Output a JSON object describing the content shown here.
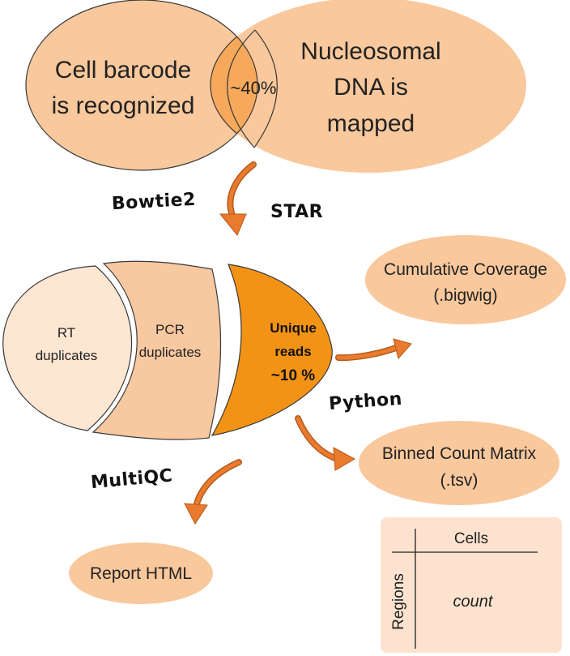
{
  "venn": {
    "left_line1": "Cell barcode",
    "left_line2": "is recognized",
    "right_line1": "Nucleosomal",
    "right_line2": "DNA is",
    "right_line3": "mapped",
    "overlap": "~40%"
  },
  "tools": {
    "aligner1": "Bowtie2",
    "aligner2": "STAR",
    "python": "Python",
    "multiqc": "MultiQC"
  },
  "reads": {
    "rt_line1": "RT",
    "rt_line2": "duplicates",
    "pcr_line1": "PCR",
    "pcr_line2": "duplicates",
    "unique_line1": "Unique",
    "unique_line2": "reads",
    "unique_line3": "~10 %"
  },
  "outputs": {
    "coverage_line1": "Cumulative Coverage",
    "coverage_line2": "(.bigwig)",
    "matrix_line1": "Binned Count Matrix",
    "matrix_line2": "(.tsv)",
    "report": "Report HTML"
  },
  "matrix_table": {
    "col_header": "Cells",
    "row_header": "Regions",
    "cell": "count"
  },
  "colors": {
    "light_orange": "#f9c89c",
    "overlap_orange": "#f6a95a",
    "pale_peach": "#fde6d2",
    "peach": "#f8c8a0",
    "bright_orange": "#f39316",
    "arrow_orange": "#ea7a2e",
    "table_bg": "#fde3cf"
  }
}
